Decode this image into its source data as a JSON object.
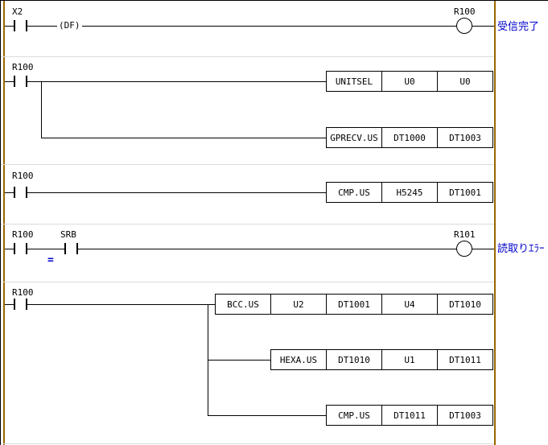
{
  "diagram": {
    "colors": {
      "rail": "#996600",
      "comment_text": "#0000cc",
      "line": "#000000",
      "separator": "#dcdcdc"
    },
    "rung1": {
      "contact_label": "X2",
      "df_label": "(DF)",
      "coil_label": "R100",
      "comment": "受信完了"
    },
    "rung2": {
      "contact_label": "R100",
      "box1": {
        "cells": [
          "UNITSEL",
          "U0",
          "U0"
        ]
      },
      "box2": {
        "cells": [
          "GPRECV.US",
          "DT1000",
          "DT1003"
        ]
      }
    },
    "rung3": {
      "contact_label": "R100",
      "box1": {
        "cells": [
          "CMP.US",
          "H5245",
          "DT1001"
        ]
      }
    },
    "rung4": {
      "contact1_label": "R100",
      "contact2_label": "SRB",
      "compare_symbol": "=",
      "coil_label": "R101",
      "comment": "読取りｴﾗｰ"
    },
    "rung5": {
      "contact_label": "R100",
      "box1": {
        "cells": [
          "BCC.US",
          "U2",
          "DT1001",
          "U4",
          "DT1010"
        ]
      },
      "box2": {
        "cells": [
          "HEXA.US",
          "DT1010",
          "U1",
          "DT1011"
        ]
      },
      "box3": {
        "cells": [
          "CMP.US",
          "DT1011",
          "DT1003"
        ]
      }
    }
  }
}
